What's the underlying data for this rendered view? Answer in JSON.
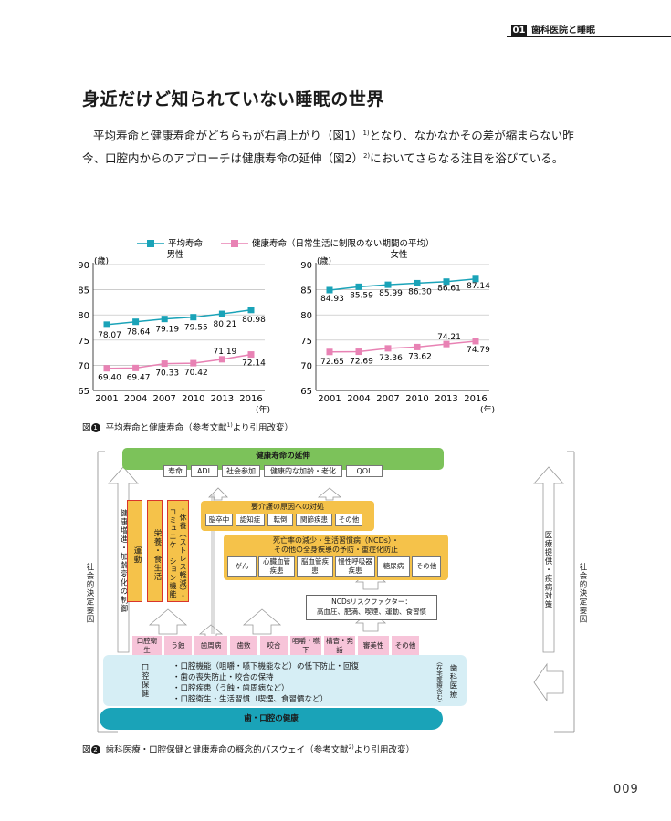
{
  "header": {
    "chapter_no": "01",
    "chapter_title": "歯科医院と睡眠"
  },
  "section_title": "身近だけど知られていない睡眠の世界",
  "paragraph": {
    "p1": "平均寿命と健康寿命がどちらもが右肩上がり（図1）",
    "sup1": "1)",
    "p2": "となり、なかなかその差が縮まらない昨今、口腔内からのアプローチは健康寿命の延伸（図2）",
    "sup2": "2)",
    "p3": "においてさらなる注目を浴びている。"
  },
  "chart_data": [
    {
      "type": "line",
      "title": "男性",
      "ylabel": "(歳)",
      "xlabel": "(年)",
      "x": [
        "2001",
        "2004",
        "2007",
        "2010",
        "2013",
        "2016"
      ],
      "ylim": [
        65,
        90
      ],
      "yticks": [
        65,
        70,
        75,
        80,
        85,
        90
      ],
      "grid": true,
      "series": [
        {
          "name": "平均寿命",
          "color": "#1aa3b8",
          "values": [
            78.07,
            78.64,
            79.19,
            79.55,
            80.21,
            80.98
          ],
          "labels": [
            "78.07",
            "78.64",
            "79.19",
            "79.55",
            "80.21",
            "80.98"
          ]
        },
        {
          "name": "健康寿命（日常生活に制限のない期間の平均）",
          "color": "#e882b4",
          "values": [
            69.4,
            69.47,
            70.33,
            70.42,
            71.19,
            72.14
          ],
          "labels": [
            "69.40",
            "69.47",
            "70.33",
            "70.42",
            "71.19",
            "72.14"
          ]
        }
      ]
    },
    {
      "type": "line",
      "title": "女性",
      "ylabel": "(歳)",
      "xlabel": "(年)",
      "x": [
        "2001",
        "2004",
        "2007",
        "2010",
        "2013",
        "2016"
      ],
      "ylim": [
        65,
        90
      ],
      "yticks": [
        65,
        70,
        75,
        80,
        85,
        90
      ],
      "grid": true,
      "series": [
        {
          "name": "平均寿命",
          "color": "#1aa3b8",
          "values": [
            84.93,
            85.59,
            85.99,
            86.3,
            86.61,
            87.14
          ],
          "labels": [
            "84.93",
            "85.59",
            "85.99",
            "86.30",
            "86.61",
            "87.14"
          ]
        },
        {
          "name": "健康寿命（日常生活に制限のない期間の平均）",
          "color": "#e882b4",
          "values": [
            72.65,
            72.69,
            73.36,
            73.62,
            74.21,
            74.79
          ],
          "labels": [
            "72.65",
            "72.69",
            "73.36",
            "73.62",
            "74.21",
            "74.79"
          ]
        }
      ]
    }
  ],
  "legend": {
    "series1": "平均寿命",
    "series2": "健康寿命（日常生活に制限のない期間の平均）"
  },
  "caption1": {
    "label": "図",
    "num": "1",
    "text": "平均寿命と健康寿命（参考文献",
    "sup": "1)",
    "tail": "より引用改変）"
  },
  "diagram": {
    "top_bar": "健康寿命の延伸",
    "top_items": [
      "寿命",
      "ADL",
      "社会参加",
      "健康的な加齢・老化",
      "QOL"
    ],
    "left_outer": "社会的決定要因",
    "right_outer": "社会的決定要因",
    "left_inner": "健康増進・加齢変化の制御",
    "right_inner": "医療提供・疾病対策",
    "col_red1": "運動",
    "col_red2": "栄養・食生活",
    "col_red3": "・休養（ストレス軽減）・コミュニケーション機能",
    "care_title": "要介護の原因への対処",
    "care_items": [
      "脳卒中",
      "認知症",
      "転倒",
      "関節疾患",
      "その他"
    ],
    "ncd_title1": "死亡率の減少・生活習慣病（NCDs）・",
    "ncd_title2": "その他の全身疾患の予防・重症化防止",
    "ncd_items": [
      "がん",
      "心臓血管疾患",
      "脳血管疾患",
      "慢性呼吸器疾患",
      "糖尿病",
      "その他"
    ],
    "risk_title": "NCDsリスクファクター：",
    "risk_items": "高血圧、肥満、喫煙、運動、食習慣",
    "oral_items": [
      "口腔衛生",
      "う蝕",
      "歯周病",
      "歯数",
      "咬合",
      "咀嚼・嚥下",
      "構音・発話",
      "審美性",
      "その他"
    ],
    "oral_left": "口腔保健",
    "oral_right": "歯科医療",
    "oral_right_sub": "（在宅医療含む）",
    "oral_bullets": [
      "・口腔機能（咀嚼・嚥下機能など）の低下防止・回復",
      "・歯の喪失防止・咬合の保持",
      "・口腔疾患（う蝕・歯周病など）",
      "・口腔衛生・生活習慣（喫煙、食習慣など）"
    ],
    "bottom_bar": "歯・口腔の健康"
  },
  "caption2": {
    "label": "図",
    "num": "2",
    "text": "歯科医療・口腔保健と健康寿命の概念的パスウェイ（参考文献",
    "sup": "2)",
    "tail": "より引用改変）"
  },
  "page_number": "009",
  "colors": {
    "teal": "#1aa3b8",
    "pink": "#e882b4",
    "green": "#7cc25a",
    "yellow": "#f5c24a",
    "red": "#d9352b",
    "lightblue": "#d6eef5",
    "pinkbox": "#f7c4d9"
  }
}
